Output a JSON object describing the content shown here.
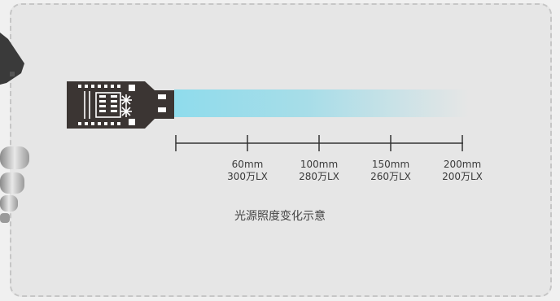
{
  "caption": "光源照度变化示意",
  "colors": {
    "beam_start": "#8fdcec",
    "beam_end": "#e6e6e6",
    "module": "#3b3533",
    "axis": "#333333"
  },
  "ticks": [
    {
      "distance": "60mm",
      "illuminance": "300万LX"
    },
    {
      "distance": "100mm",
      "illuminance": "280万LX"
    },
    {
      "distance": "150mm",
      "illuminance": "260万LX"
    },
    {
      "distance": "200mm",
      "illuminance": "200万LX"
    }
  ]
}
